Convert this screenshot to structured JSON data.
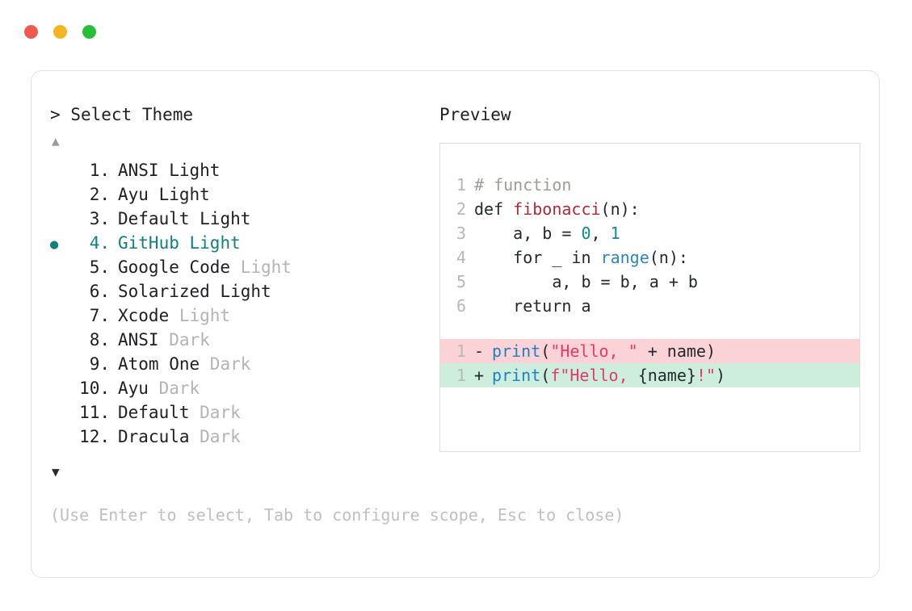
{
  "window": {
    "dots": [
      {
        "name": "close-dot",
        "color": "#f0594e"
      },
      {
        "name": "minimize-dot",
        "color": "#f5b521"
      },
      {
        "name": "maximize-dot",
        "color": "#27bf38"
      }
    ]
  },
  "picker": {
    "caret": ">",
    "title": "Select Theme",
    "scroll_up_glyph": "▲",
    "scroll_down_glyph": "▼",
    "selected_bullet": "●",
    "selected_index": 4,
    "accent_color": "#12807f",
    "items": [
      {
        "index": "1.",
        "name": "ANSI",
        "variant": "Light",
        "variant_muted": false,
        "selected": false
      },
      {
        "index": "2.",
        "name": "Ayu",
        "variant": "Light",
        "variant_muted": false,
        "selected": false
      },
      {
        "index": "3.",
        "name": "Default",
        "variant": "Light",
        "variant_muted": false,
        "selected": false
      },
      {
        "index": "4.",
        "name": "GitHub",
        "variant": "Light",
        "variant_muted": false,
        "selected": true
      },
      {
        "index": "5.",
        "name": "Google Code",
        "variant": "Light",
        "variant_muted": true,
        "selected": false
      },
      {
        "index": "6.",
        "name": "Solarized",
        "variant": "Light",
        "variant_muted": false,
        "selected": false
      },
      {
        "index": "7.",
        "name": "Xcode",
        "variant": "Light",
        "variant_muted": true,
        "selected": false
      },
      {
        "index": "8.",
        "name": "ANSI",
        "variant": "Dark",
        "variant_muted": true,
        "selected": false
      },
      {
        "index": "9.",
        "name": "Atom One",
        "variant": "Dark",
        "variant_muted": true,
        "selected": false
      },
      {
        "index": "10.",
        "name": "Ayu",
        "variant": "Dark",
        "variant_muted": true,
        "selected": false
      },
      {
        "index": "11.",
        "name": "Default",
        "variant": "Dark",
        "variant_muted": true,
        "selected": false
      },
      {
        "index": "12.",
        "name": "Dracula",
        "variant": "Dark",
        "variant_muted": true,
        "selected": false
      }
    ],
    "hint": "(Use Enter to select, Tab to configure scope, Esc to close)"
  },
  "preview": {
    "label": "Preview",
    "code_lines": [
      {
        "ln": "1",
        "tokens": [
          {
            "t": "# function",
            "c": "tok-comment"
          }
        ]
      },
      {
        "ln": "2",
        "tokens": [
          {
            "t": "def ",
            "c": "tok-kw"
          },
          {
            "t": "fibonacci",
            "c": "tok-fn"
          },
          {
            "t": "(n):",
            "c": "tok-punct"
          }
        ]
      },
      {
        "ln": "3",
        "tokens": [
          {
            "t": "    a, b = ",
            "c": "tok-plain"
          },
          {
            "t": "0",
            "c": "tok-num"
          },
          {
            "t": ", ",
            "c": "tok-plain"
          },
          {
            "t": "1",
            "c": "tok-num"
          }
        ]
      },
      {
        "ln": "4",
        "tokens": [
          {
            "t": "    for _ in ",
            "c": "tok-plain"
          },
          {
            "t": "range",
            "c": "tok-builtin"
          },
          {
            "t": "(n):",
            "c": "tok-punct"
          }
        ]
      },
      {
        "ln": "5",
        "tokens": [
          {
            "t": "        a, b = b, a + b",
            "c": "tok-plain"
          }
        ]
      },
      {
        "ln": "6",
        "tokens": [
          {
            "t": "    return a",
            "c": "tok-plain"
          }
        ]
      }
    ],
    "diff_lines": [
      {
        "ln": "1",
        "sign": "-",
        "kind": "removed",
        "tokens": [
          {
            "t": "print",
            "c": "tok-call"
          },
          {
            "t": "(",
            "c": "tok-punct"
          },
          {
            "t": "\"Hello, \"",
            "c": "tok-str"
          },
          {
            "t": " + name",
            "c": "tok-plain"
          },
          {
            "t": ")",
            "c": "tok-punct"
          }
        ]
      },
      {
        "ln": "1",
        "sign": "+",
        "kind": "added",
        "tokens": [
          {
            "t": "print",
            "c": "tok-call"
          },
          {
            "t": "(",
            "c": "tok-punct"
          },
          {
            "t": "f\"Hello, ",
            "c": "tok-str"
          },
          {
            "t": "{name}",
            "c": "tok-plain"
          },
          {
            "t": "!\"",
            "c": "tok-str"
          },
          {
            "t": ")",
            "c": "tok-punct"
          }
        ]
      }
    ]
  }
}
